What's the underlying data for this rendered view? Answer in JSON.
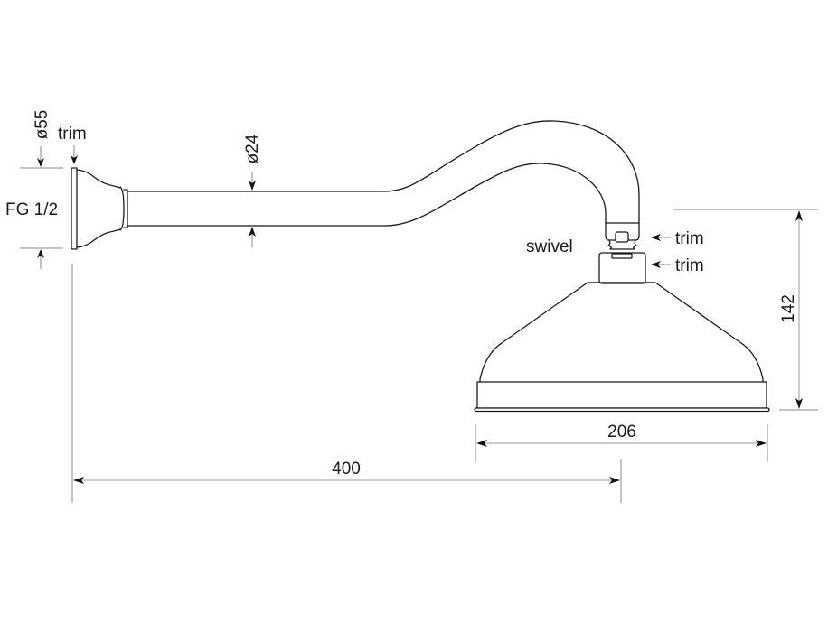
{
  "drawing": {
    "type": "technical-dimension-drawing",
    "subject": "shower arm with swivel shower head",
    "labels": {
      "trim_wall": "trim",
      "dia_flange": "ø55",
      "thread": "FG 1/2",
      "dia_arm": "ø24",
      "swivel": "swivel",
      "trim_upper": "trim",
      "trim_lower": "trim"
    },
    "dimensions": {
      "projection": "400",
      "head_diameter": "206",
      "head_height": "142"
    },
    "colors": {
      "line": "#1a1a1a",
      "dimension_line": "#9a9a9a",
      "background": "#ffffff"
    }
  }
}
